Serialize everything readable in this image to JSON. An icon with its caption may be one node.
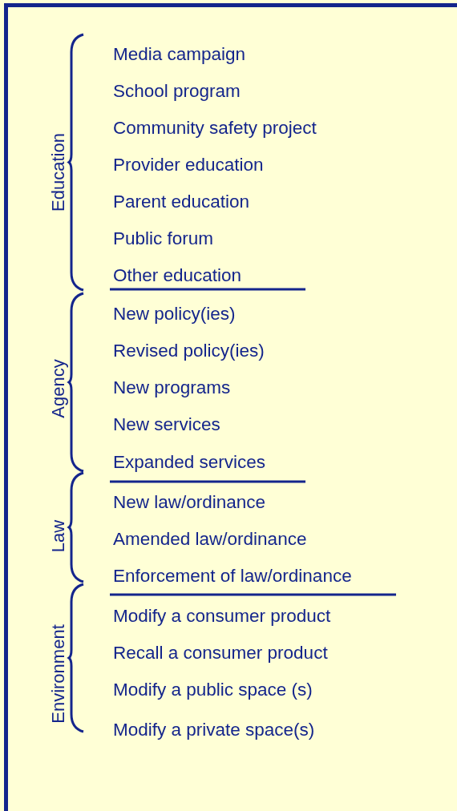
{
  "diagram": {
    "labels": [
      "Education",
      "Media campaign",
      "School program",
      "Community safety project",
      "Provider education",
      "Parent education",
      "Public forum",
      "Other education",
      "Agency",
      "New policy(ies)",
      "Revised policy(ies)",
      "New programs",
      "New services",
      "Expanded services",
      "Law",
      "New law/ordinance",
      "Amended law/ordinance",
      "Enforcement of law/ordinance",
      "Environment",
      "Modify a consumer product",
      "Recall a consumer product",
      "Modify a public space (s)",
      "Modify a private space(s)"
    ]
  }
}
